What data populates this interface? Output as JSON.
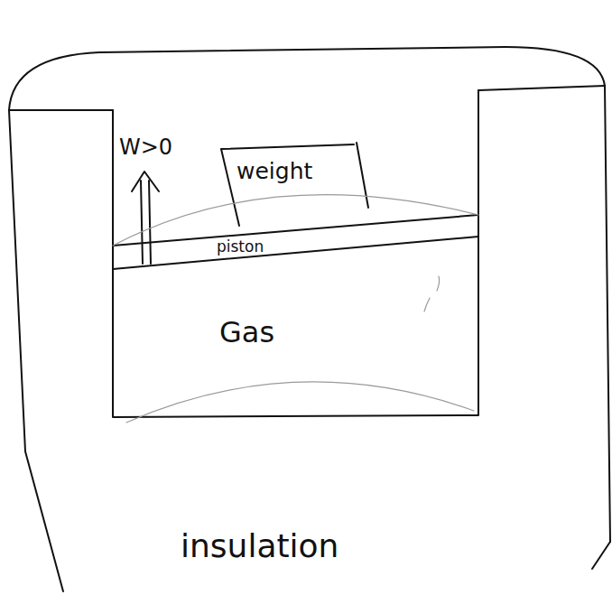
{
  "diagram": {
    "nodes": [
      {
        "text": [
          "insulation"
        ]
      },
      {
        "text": [
          "weight"
        ],
        "in": 0
      },
      {
        "text": [
          "piston"
        ],
        "in": 0
      },
      {
        "text": [
          "Gas"
        ],
        "in": 0
      }
    ],
    "labels": [
      "W>0"
    ]
  }
}
